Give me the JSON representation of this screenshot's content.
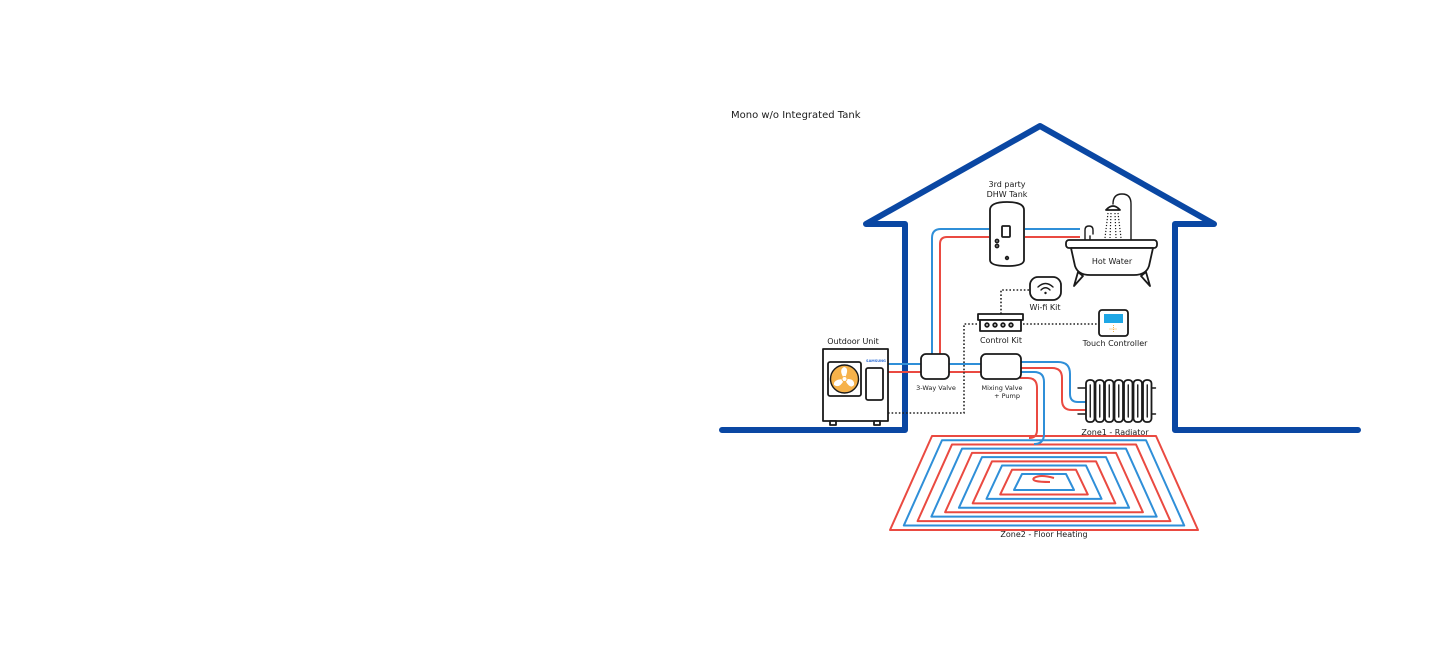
{
  "diagram": {
    "title": "Mono w/o Integrated Tank",
    "components": {
      "dhw_tank": {
        "label_line1": "3rd party",
        "label_line2": "DHW Tank"
      },
      "hot_water": {
        "label": "Hot Water"
      },
      "wifi_kit": {
        "label": "Wi-fi Kit"
      },
      "control_kit": {
        "label": "Control Kit"
      },
      "touch_controller": {
        "label": "Touch Controller"
      },
      "outdoor_unit": {
        "label": "Outdoor Unit",
        "brand": "SAMSUNG"
      },
      "three_way_valve": {
        "label": "3-Way Valve"
      },
      "mixing_valve": {
        "label_line1": "Mixing Valve",
        "label_line2": "+ Pump"
      },
      "zone1": {
        "label": "Zone1 - Radiator"
      },
      "zone2": {
        "label": "Zone2 - Floor Heating"
      }
    },
    "colors": {
      "house": "#0a47a3",
      "flow_pipe": "#ea4a41",
      "return_pipe": "#2f8fd8",
      "fan": "#f6b24a",
      "screen": "#1ea7e6"
    }
  }
}
